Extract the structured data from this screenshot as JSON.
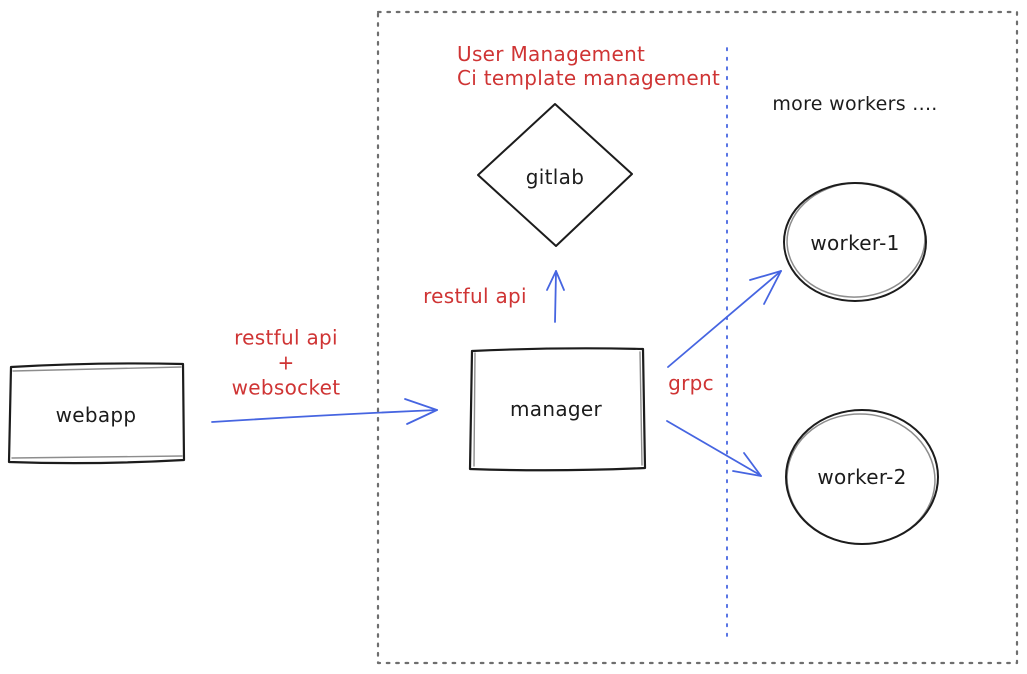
{
  "colors": {
    "ink": "#1c1c1c",
    "red": "#cf3434",
    "blue": "#4665e1",
    "border_gray": "#6e6e6e",
    "background": "#ffffff"
  },
  "nodes": {
    "webapp": {
      "label": "webapp",
      "shape": "rectangle"
    },
    "manager": {
      "label": "manager",
      "shape": "rectangle"
    },
    "gitlab": {
      "label": "gitlab",
      "shape": "diamond"
    },
    "worker1": {
      "label": "worker-1",
      "shape": "ellipse"
    },
    "worker2": {
      "label": "worker-2",
      "shape": "ellipse"
    }
  },
  "edges": {
    "webapp_to_manager": {
      "label_line1": "restful api",
      "label_line2": "+",
      "label_line3": "websocket"
    },
    "manager_to_gitlab": {
      "label": "restful api"
    },
    "manager_to_workers": {
      "label": "grpc"
    }
  },
  "annotations": {
    "gitlab_note_line1": "User Management",
    "gitlab_note_line2": "Ci template management",
    "more_workers": "more workers ...."
  }
}
